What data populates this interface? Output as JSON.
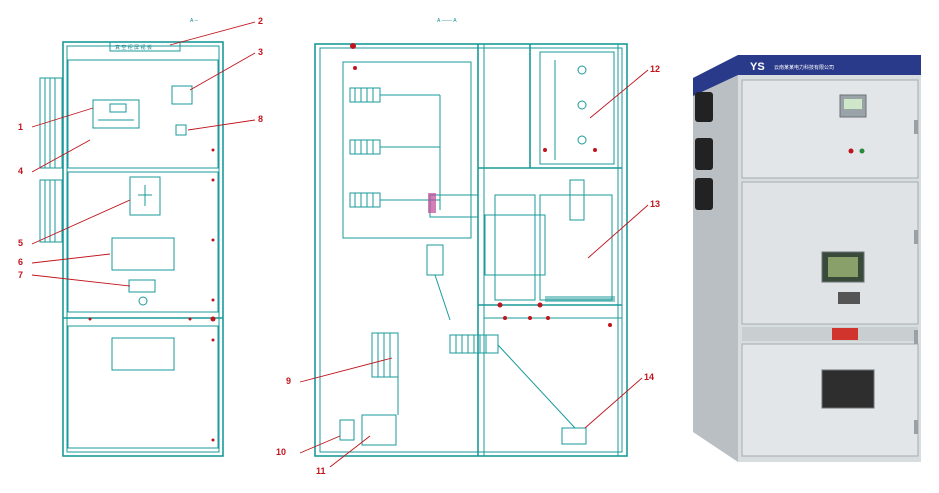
{
  "front_view": {
    "top_marker": "A ─",
    "nameplate_text": "真 空 柜 屏 视 板"
  },
  "section_view": {
    "top_marker": "A ─── A"
  },
  "photo": {
    "brand_logo": "YS",
    "brand_text": "云南某某电力科技有限公司"
  },
  "callouts": [
    {
      "id": "1",
      "label": "1"
    },
    {
      "id": "2",
      "label": "2"
    },
    {
      "id": "3",
      "label": "3"
    },
    {
      "id": "4",
      "label": "4"
    },
    {
      "id": "5",
      "label": "5"
    },
    {
      "id": "6",
      "label": "6"
    },
    {
      "id": "7",
      "label": "7"
    },
    {
      "id": "8",
      "label": "8"
    },
    {
      "id": "9",
      "label": "9"
    },
    {
      "id": "10",
      "label": "10"
    },
    {
      "id": "11",
      "label": "11"
    },
    {
      "id": "12",
      "label": "12"
    },
    {
      "id": "13",
      "label": "13"
    },
    {
      "id": "14",
      "label": "14"
    }
  ],
  "colors": {
    "line": "#1a9a9a",
    "callout": "#c0141c",
    "cabinet_body": "#d8dde0",
    "cabinet_top": "#2a3a8a"
  }
}
